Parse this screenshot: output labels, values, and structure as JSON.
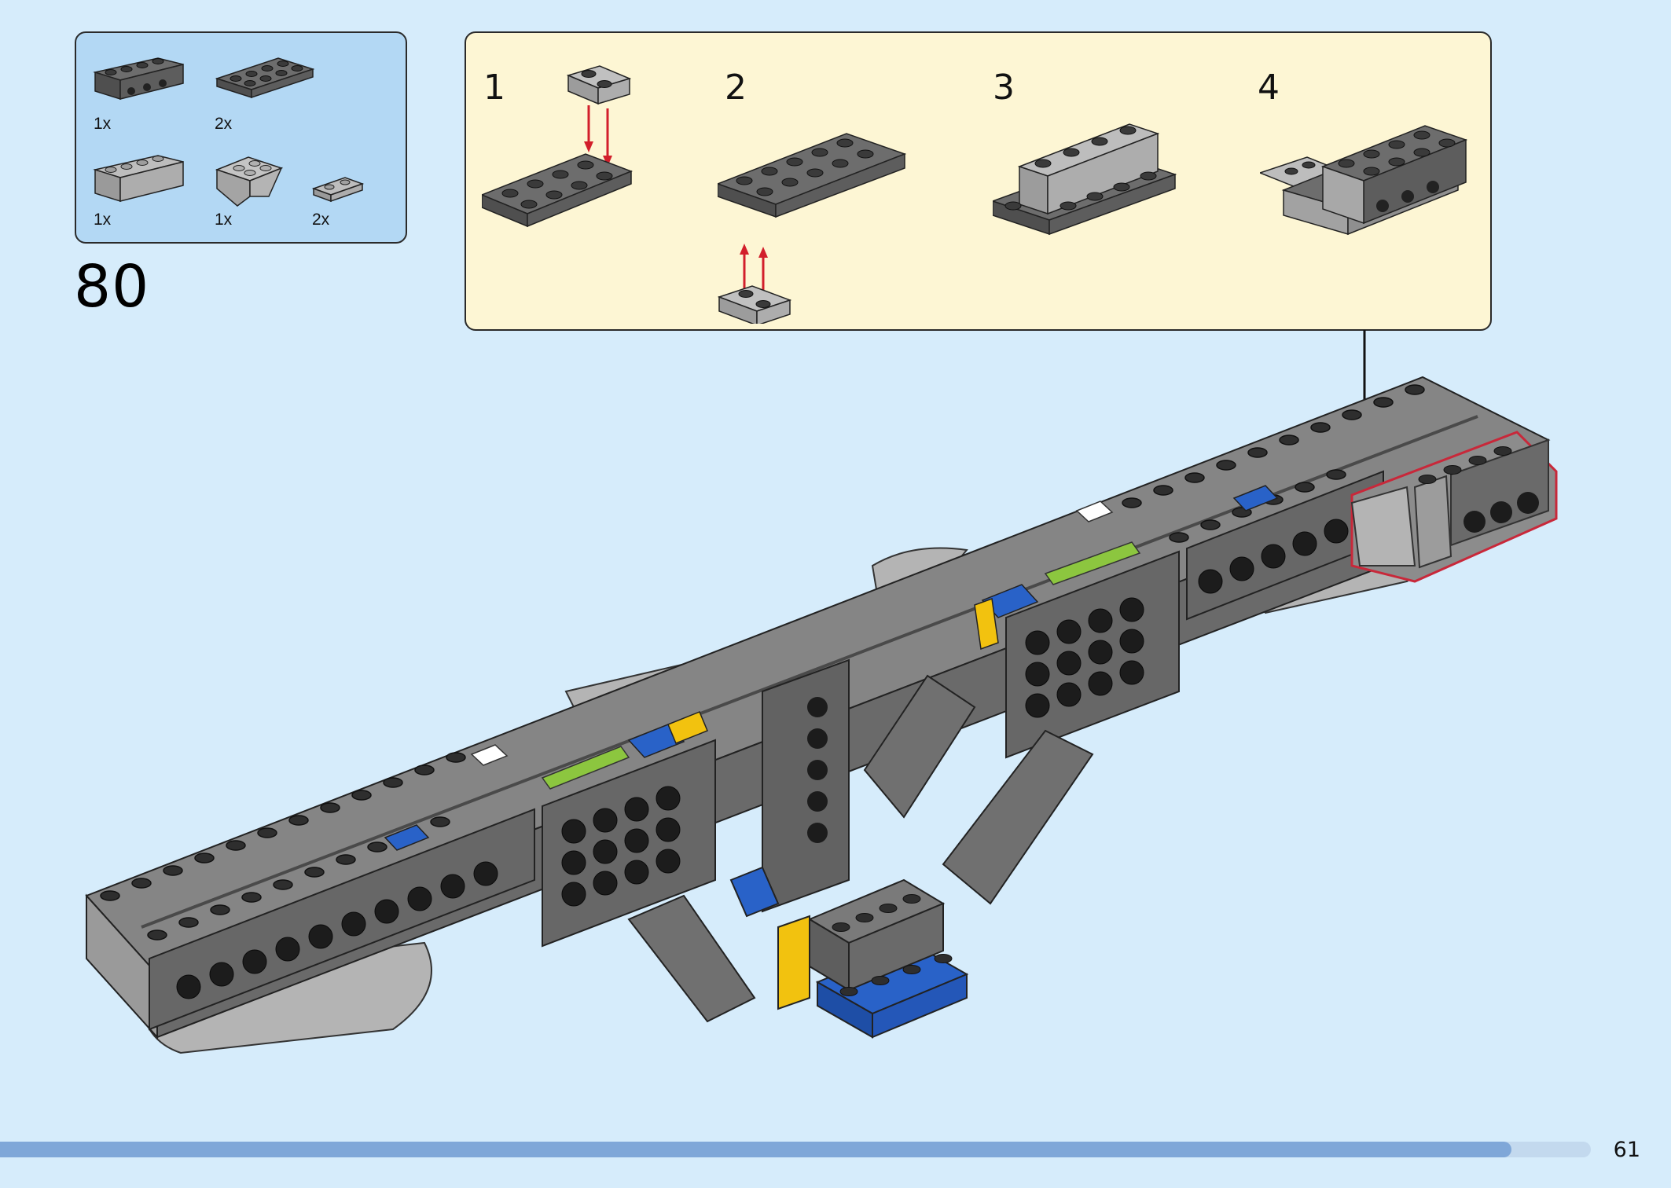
{
  "step": {
    "number": "80"
  },
  "parts_list": [
    {
      "qty": "1x",
      "piece": "dark-grey-technic-brick-1x4"
    },
    {
      "qty": "2x",
      "piece": "dark-grey-plate-2x4"
    },
    {
      "qty": "1x",
      "piece": "light-grey-brick-1x4"
    },
    {
      "qty": "1x",
      "piece": "light-grey-slope-inverted-2x2"
    },
    {
      "qty": "2x",
      "piece": "light-grey-plate-1x2"
    }
  ],
  "substeps": [
    {
      "label": "1"
    },
    {
      "label": "2"
    },
    {
      "label": "3"
    },
    {
      "label": "4"
    }
  ],
  "page": {
    "number": "61",
    "progress": 0.95
  },
  "colors": {
    "background": "#d6ecfb",
    "parts_box": "#b3d8f4",
    "substep_box": "#fdf6d4",
    "dark_grey": "#5c5c5c",
    "light_grey": "#a8a8a8",
    "highlight": "#c8283a",
    "arrow": "#d21f2b"
  }
}
